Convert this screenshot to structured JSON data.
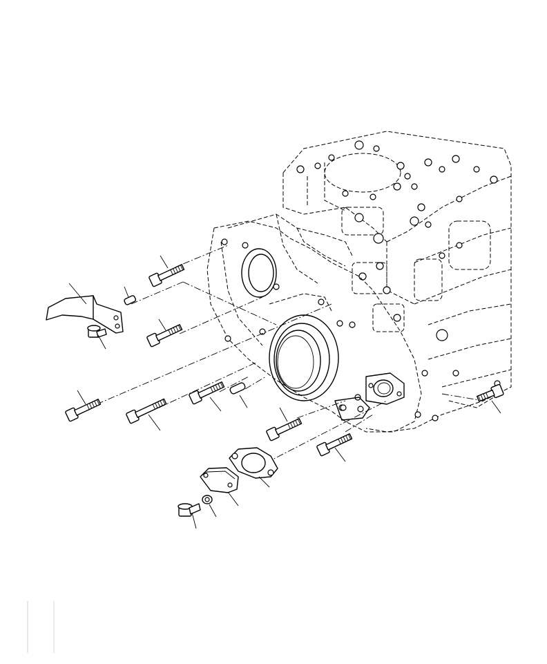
{
  "diagram": {
    "labels": [],
    "parts": [
      "bracket",
      "dowel-pin-upper",
      "bolt-small-bracket",
      "bolt-upper",
      "bolt-mid",
      "bolt-long-left",
      "bolt-long-center",
      "bolt-short-center",
      "dowel-pin-center",
      "bolt-right-lower",
      "bolt-lower-right",
      "bolt-far-right",
      "gasket",
      "cover-plate",
      "washer",
      "plug-bolt"
    ]
  }
}
